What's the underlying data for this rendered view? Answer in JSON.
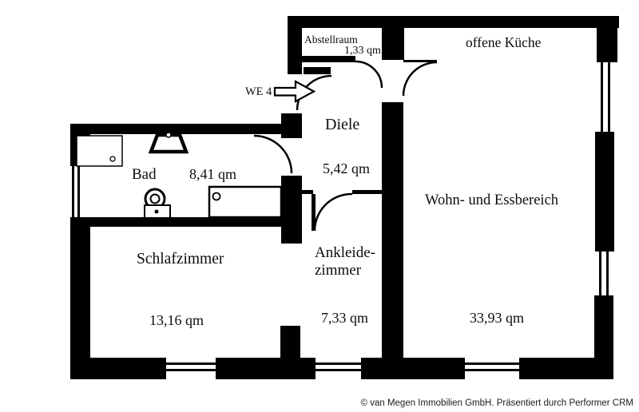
{
  "plan": {
    "unit_label": "WE 4",
    "rooms": {
      "abstellraum": {
        "label": "Abstellraum",
        "area": "1,33 qm"
      },
      "offene_kueche": {
        "label": "offene Küche"
      },
      "diele": {
        "label": "Diele",
        "area": "5,42 qm"
      },
      "bad": {
        "label": "Bad",
        "area": "8,41 qm"
      },
      "wohn_essbereich": {
        "label": "Wohn- und Essbereich",
        "area": "33,93 qm"
      },
      "schlafzimmer": {
        "label": "Schlafzimmer",
        "area": "13,16 qm"
      },
      "ankleidezimmer": {
        "label_line1": "Ankleide-",
        "label_line2": "zimmer",
        "area": "7,33 qm"
      }
    },
    "colors": {
      "wall": "#000000",
      "background": "#ffffff",
      "text": "#0d0d0d"
    }
  },
  "footer": {
    "copyright": "© van Megen Immobilien GmbH. Präsentiert durch Performer CRM"
  }
}
